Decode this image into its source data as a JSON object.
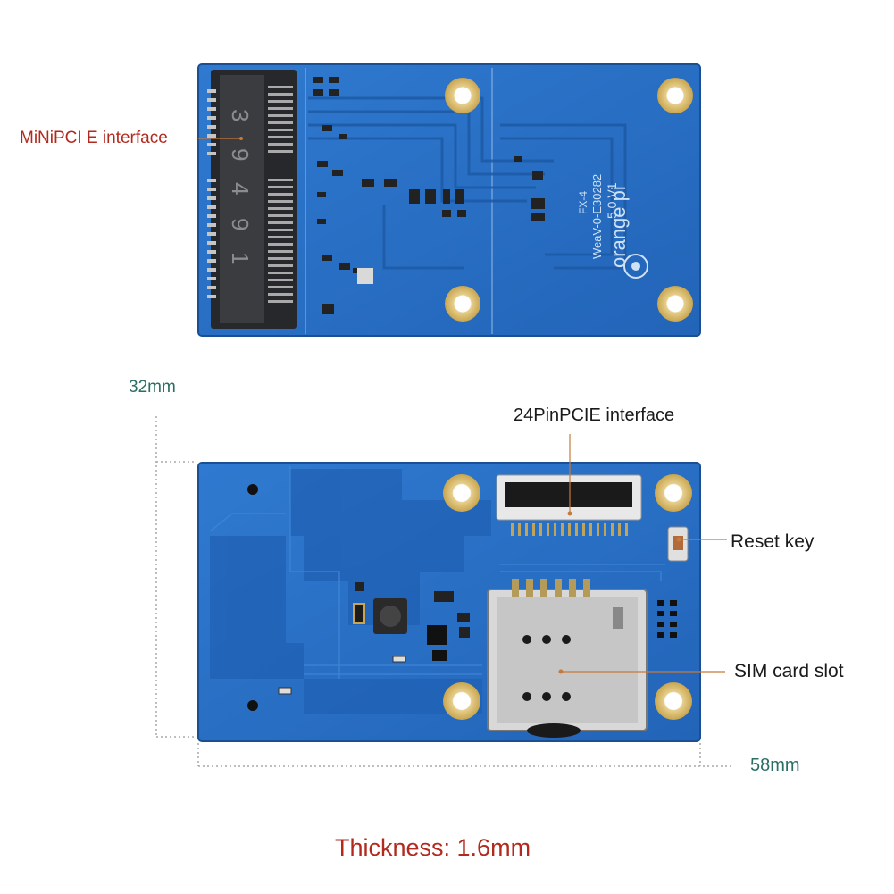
{
  "labels": {
    "minipcie": "MiNiPCI E interface",
    "pcie24": "24PinPCIE interface",
    "reset": "Reset key",
    "sim": "SIM card slot",
    "height": "32mm",
    "width": "58mm",
    "thickness": "Thickness: 1.6mm"
  },
  "board_silkscreen": {
    "connector_digits": [
      "3",
      "9",
      "4",
      "9",
      "1"
    ],
    "brand": "orange pi",
    "model_line_1": "FX-4",
    "model_line_2": "WeaV-0-E30282",
    "version": "5.0 V1"
  },
  "colors": {
    "pcb": "#2a6fc4",
    "pcb_dark": "#1f57a3",
    "pad_gold": "#d8b66a",
    "label_red": "#b22a1e",
    "dimension_teal": "#2b6e63"
  }
}
